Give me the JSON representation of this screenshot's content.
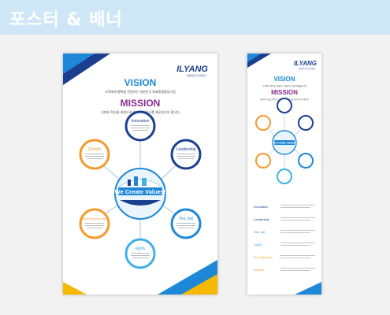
{
  "header": {
    "title": "포스터 & 배너"
  },
  "poster": {
    "logo": "ILYANG",
    "logo_sub": "일양로지스주식회사",
    "vision_title": "VISION",
    "vision_text": "고객에게 행복을 전달하는 대한민국 대표종합물류기업",
    "mission_title": "MISSION",
    "mission_text": "신뢰와 혁신을 바탕으로 최고의 서비스를 제공하고자 합니다",
    "center_slogan": "We Create Values!",
    "nodes": [
      {
        "label": "Innovation"
      },
      {
        "label": "Leadership"
      },
      {
        "label": "Yes, but"
      },
      {
        "label": "Agility"
      },
      {
        "label": "New Opportunity"
      },
      {
        "label": "Growth"
      }
    ]
  },
  "banner": {
    "logo": "ILYANG",
    "logo_sub": "일양로지스주식회사",
    "vision_title": "VISION",
    "vision_text": "고객에게 행복을 전달하는 대한민국 대표종합물류기업",
    "mission_title": "MISSION",
    "mission_text": "신뢰와 혁신을 바탕으로 최고의 서비스를 제공하고자 합니다",
    "center_slogan": "We Create Values!",
    "list": [
      {
        "label": "Innovation"
      },
      {
        "label": "Leadership"
      },
      {
        "label": "Yes, but"
      },
      {
        "label": "Agility"
      },
      {
        "label": "New Opportunity"
      },
      {
        "label": "Growth"
      }
    ]
  },
  "colors": {
    "navy": "#1b3f8f",
    "blue": "#1e88d8",
    "sky": "#3fb0e8",
    "orange": "#f39a2b",
    "purple": "#8b2c8f",
    "yellow": "#f6b800"
  }
}
